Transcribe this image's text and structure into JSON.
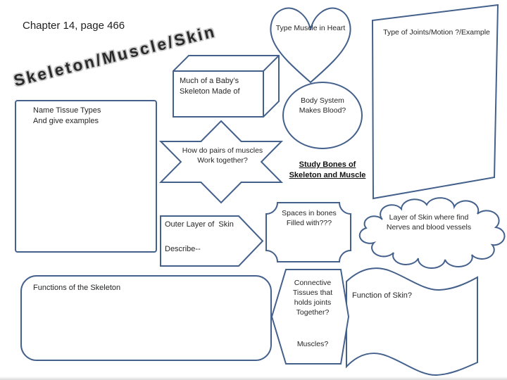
{
  "colors": {
    "outline": "#44618c",
    "text": "#262626",
    "title_fill": "#2b2b2b",
    "title_halo": "#c9c9c9",
    "background": "#ffffff",
    "edge_shadow": "#d9d9d9"
  },
  "header": {
    "text": "Chapter 14, page 466"
  },
  "title": {
    "text": "Skeleton/Muscle/Skin"
  },
  "shapes": {
    "heart": {
      "label": "Type Muscle in Heart"
    },
    "joints_panel": {
      "label": "Type of Joints/Motion ?/Example"
    },
    "cube": {
      "lines": [
        "Much of a Baby’s",
        "Skeleton Made of"
      ]
    },
    "blood_circle": {
      "lines": [
        "Body System",
        "Makes Blood?"
      ]
    },
    "tissue_box": {
      "lines": [
        "Name Tissue Types",
        "And give examples"
      ]
    },
    "muscle_star": {
      "lines": [
        "How do pairs of muscles",
        "Work together?"
      ]
    },
    "study_note": {
      "lines": [
        "Study Bones of",
        "Skeleton and Muscle"
      ]
    },
    "skin_arrow": {
      "lines": [
        "Outer Layer of  Skin",
        "Describe--"
      ]
    },
    "bones_plaque": {
      "lines": [
        "Spaces in bones",
        "Filled with???"
      ]
    },
    "skin_cloud": {
      "lines": [
        "Layer of Skin where find",
        "Nerves and blood vessels"
      ]
    },
    "functions_box": {
      "label": "Functions of the Skeleton"
    },
    "joints_hexagon": {
      "lines": [
        "Connective",
        "Tissues that",
        "holds joints",
        "Together?"
      ],
      "label2": "Muscles?"
    },
    "skin_wave": {
      "label": "Function of Skin?"
    }
  }
}
